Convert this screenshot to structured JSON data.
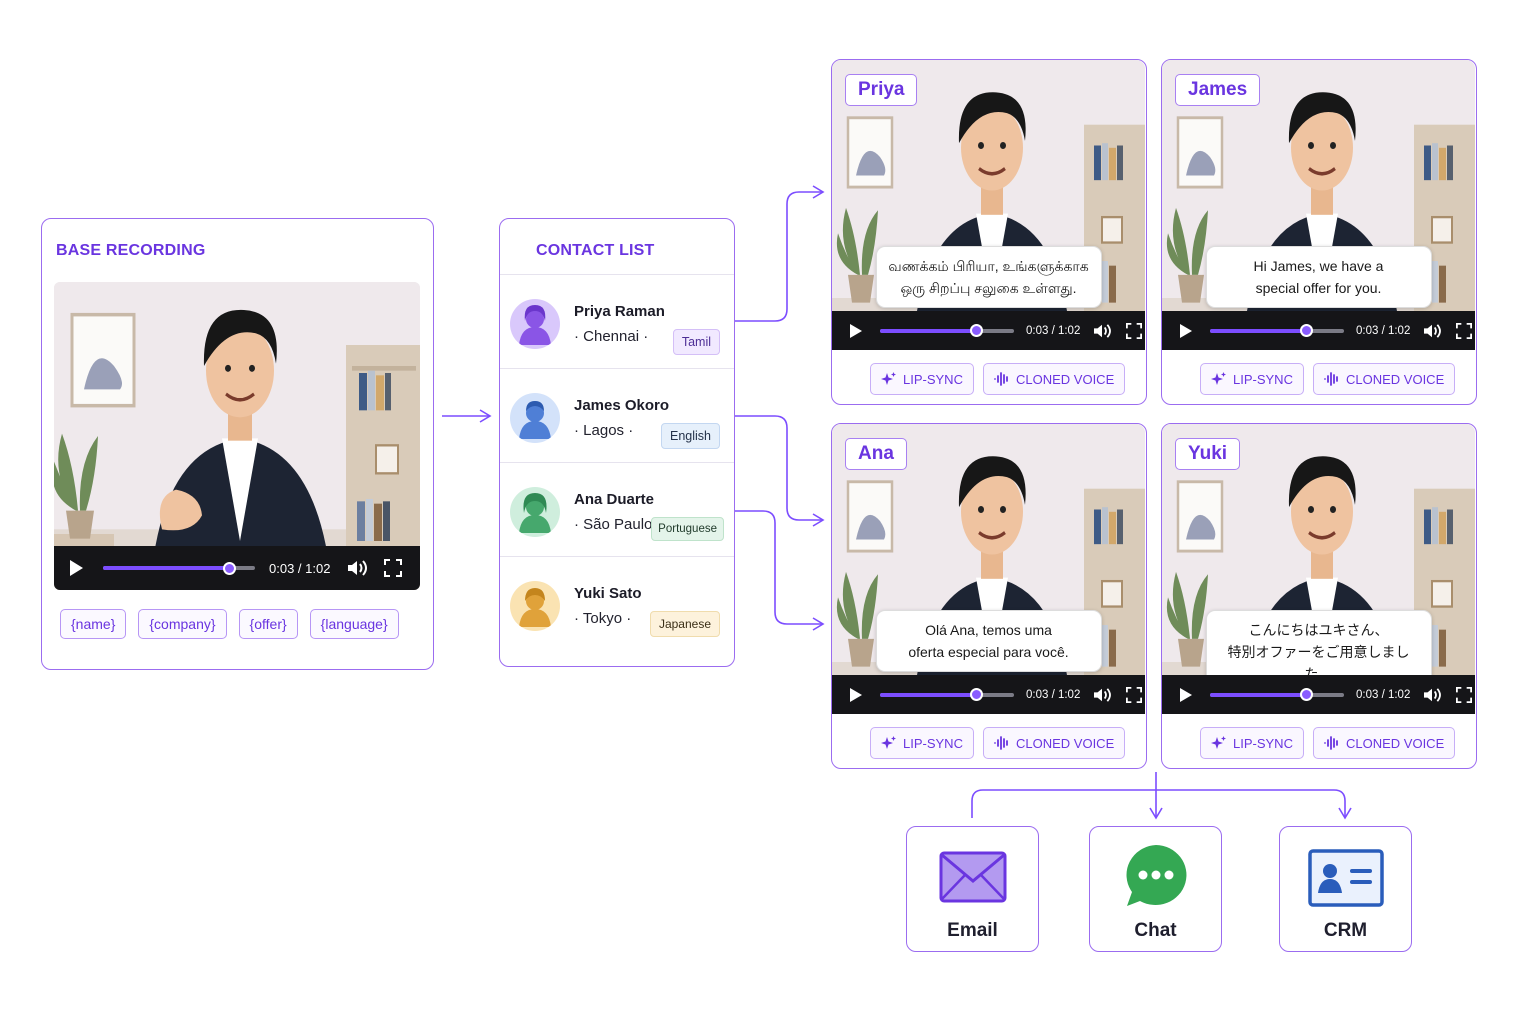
{
  "base": {
    "title": "BASE RECORDING",
    "time": "0:03 / 1:02",
    "progress": 0.83,
    "variables": [
      "{name}",
      "{company}",
      "{offer}",
      "{language}"
    ]
  },
  "contacts": {
    "title": "CONTACT LIST",
    "items": [
      {
        "name": "Priya Raman",
        "city": "· Chennai ·",
        "language": "Tamil"
      },
      {
        "name": "James Okoro",
        "city": "· Lagos ·",
        "language": "English"
      },
      {
        "name": "Ana Duarte",
        "city": "· São Paulo ·",
        "language": "Portuguese"
      },
      {
        "name": "Yuki Sato",
        "city": "· Tokyo ·",
        "language": "Japanese"
      }
    ]
  },
  "outputs": [
    {
      "name": "Priya",
      "caption_line1": "வணக்கம் பிரியா, உங்களுக்காக",
      "caption_line2": "ஒரு சிறப்பு சலுகை உள்ளது.",
      "time": "0:03 / 1:02",
      "progress": 0.72,
      "badge_lip": "LIP-SYNC",
      "badge_voice": "CLONED VOICE"
    },
    {
      "name": "James",
      "caption_line1": "Hi James, we have a",
      "caption_line2": "special offer for you.",
      "time": "0:03 / 1:02",
      "progress": 0.72,
      "badge_lip": "LIP-SYNC",
      "badge_voice": "CLONED VOICE"
    },
    {
      "name": "Ana",
      "caption_line1": "Olá Ana, temos uma",
      "caption_line2": "oferta especial para você.",
      "time": "0:03 / 1:02",
      "progress": 0.72,
      "badge_lip": "LIP-SYNC",
      "badge_voice": "CLONED VOICE"
    },
    {
      "name": "Yuki",
      "caption_line1": "こんにちはユキさん、",
      "caption_line2": "特別オファーをご用意しました。",
      "time": "0:03 / 1:02",
      "progress": 0.72,
      "badge_lip": "LIP-SYNC",
      "badge_voice": "CLONED VOICE"
    }
  ],
  "destinations": {
    "email": "Email",
    "chat": "Chat",
    "crm": "CRM"
  },
  "colors": {
    "accent": "#6a35e0",
    "border": "#9b6cf0",
    "progress": "#7c4dff",
    "tag_tamil": "#f1e9ff",
    "tag_english": "#e6f0fb",
    "tag_portuguese": "#e4f4ea",
    "tag_japanese": "#fdf2dc",
    "chat_green": "#34a853",
    "crm_blue": "#2a5dbb"
  }
}
